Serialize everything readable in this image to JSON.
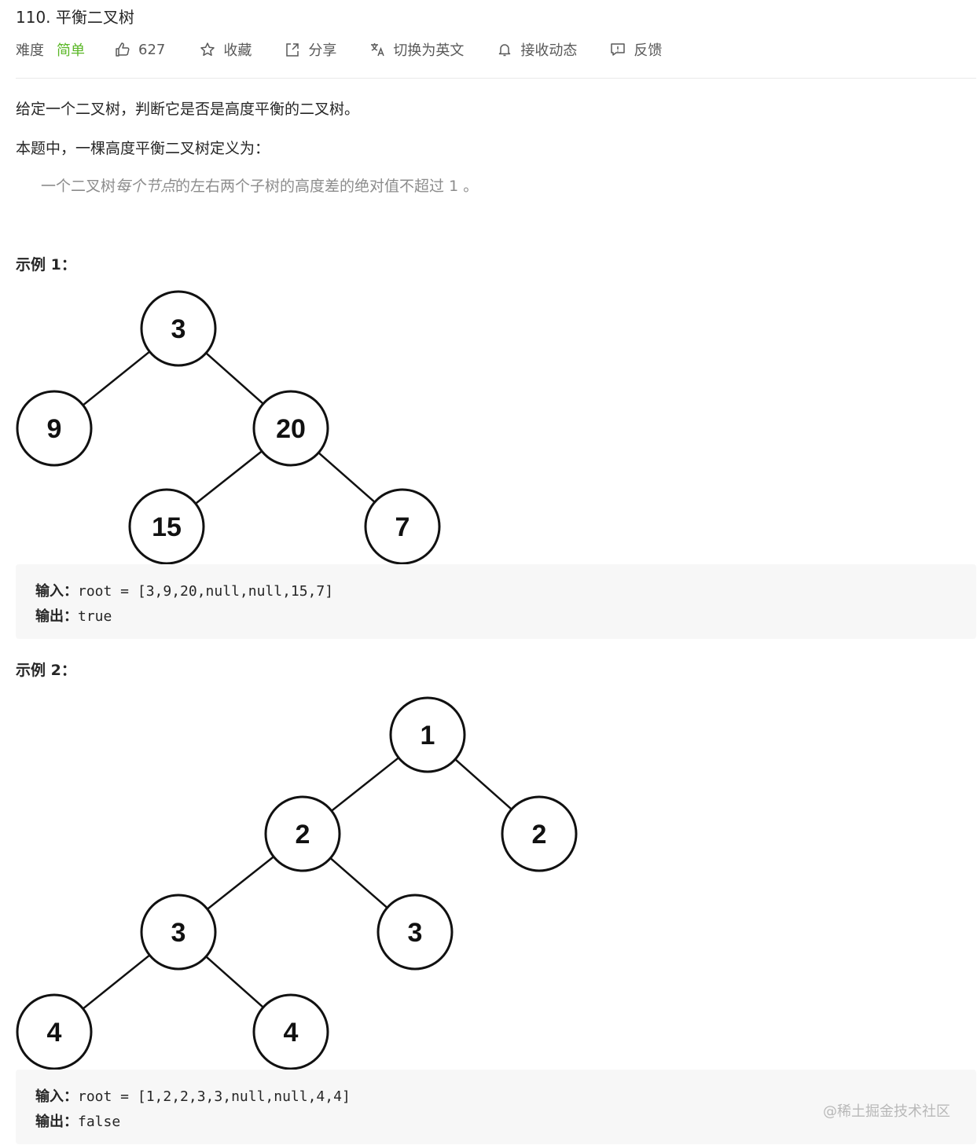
{
  "header": {
    "title": "110. 平衡二叉树",
    "difficulty_label": "难度",
    "difficulty_value": "简单",
    "likes": "627",
    "collect": "收藏",
    "share": "分享",
    "switch_lang": "切换为英文",
    "subscribe": "接收动态",
    "feedback": "反馈"
  },
  "description": {
    "line1": "给定一个二叉树，判断它是否是高度平衡的二叉树。",
    "line2": "本题中，一棵高度平衡二叉树定义为：",
    "quote_pre": "一个二叉树",
    "quote_em": "每个节点",
    "quote_post": "的左右两个子树的高度差的绝对值不超过 1 。"
  },
  "example1": {
    "heading": "示例 1：",
    "tree": {
      "nodes": [
        "3",
        "9",
        "20",
        "15",
        "7"
      ],
      "edges": [
        [
          0,
          1
        ],
        [
          0,
          2
        ],
        [
          2,
          3
        ],
        [
          2,
          4
        ]
      ]
    },
    "input_label": "输入：",
    "input_value": "root = [3,9,20,null,null,15,7]",
    "output_label": "输出：",
    "output_value": "true"
  },
  "example2": {
    "heading": "示例 2：",
    "tree": {
      "nodes": [
        "1",
        "2",
        "2",
        "3",
        "3",
        "4",
        "4"
      ],
      "edges": [
        [
          0,
          1
        ],
        [
          0,
          2
        ],
        [
          1,
          3
        ],
        [
          1,
          4
        ],
        [
          3,
          5
        ],
        [
          3,
          6
        ]
      ]
    },
    "input_label": "输入：",
    "input_value": "root = [1,2,2,3,3,null,null,4,4]",
    "output_label": "输出：",
    "output_value": "false"
  },
  "watermark": "@稀土掘金技术社区"
}
